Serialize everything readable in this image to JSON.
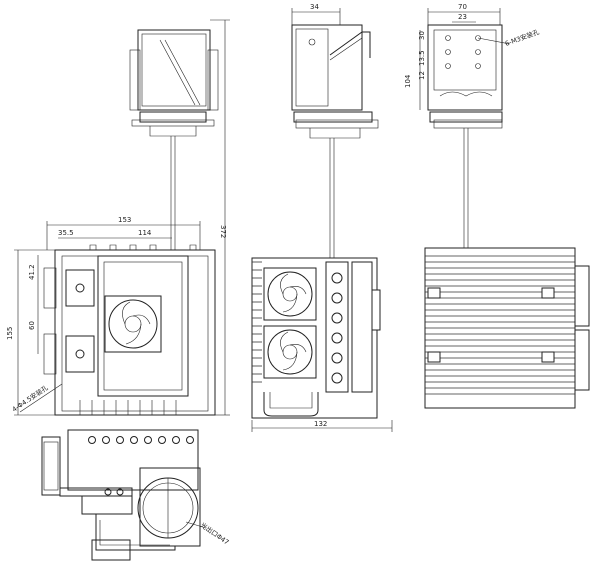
{
  "dimensions": {
    "front_width": "153",
    "front_inner": "114",
    "front_offset": "35.5",
    "front_height": "155",
    "front_upper": "41.2",
    "front_lower": "60",
    "total_height": "372",
    "side_width": "132",
    "head_depth": "34",
    "rear_width": "70",
    "rear_inner": "23",
    "rear_v1": "30",
    "rear_v2": "13.5",
    "rear_v3": "12",
    "rear_height": "104"
  },
  "notes": {
    "front_mount": "4-Φ4.5安装孔",
    "rear_mount": "6-M3安装孔",
    "port": "光出口Φ47"
  }
}
